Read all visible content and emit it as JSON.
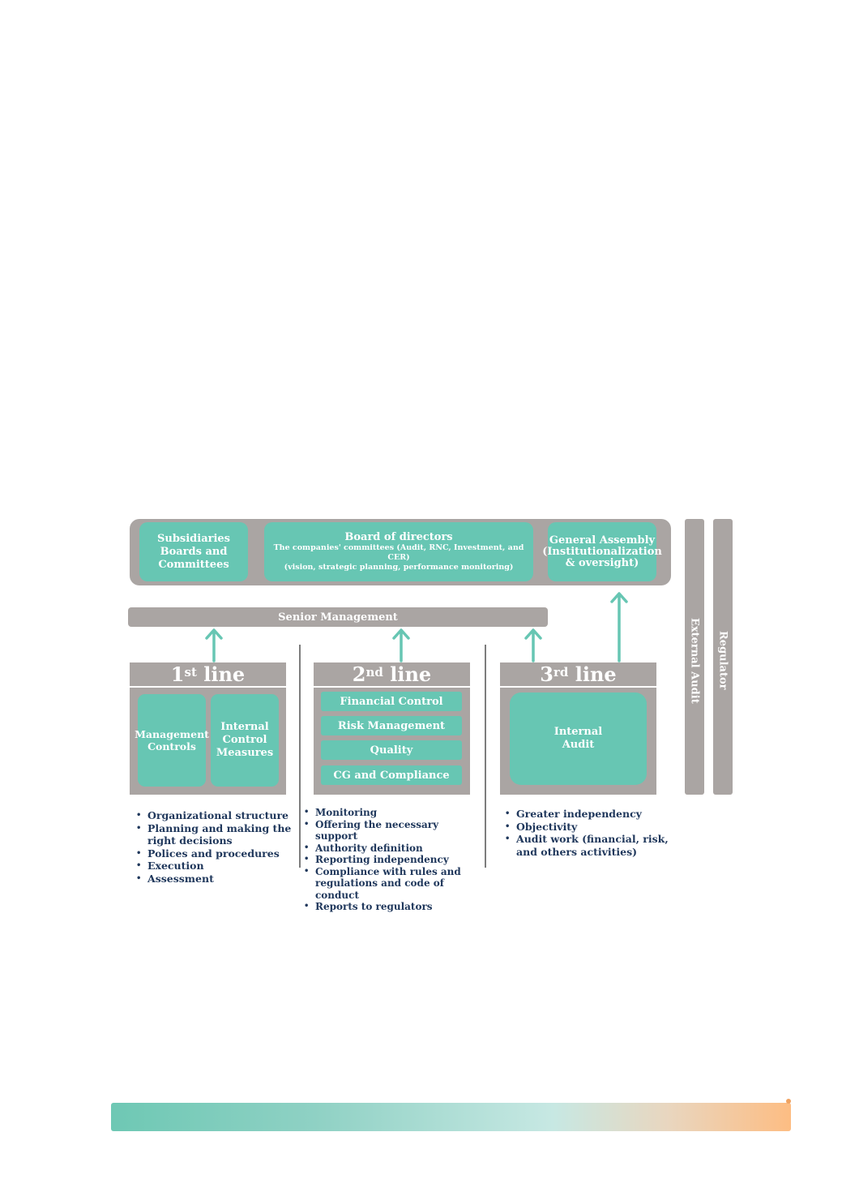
{
  "board": {
    "subsidiaries": [
      "Subsidiaries",
      "Boards and",
      "Committees"
    ],
    "board_title": "Board of directors",
    "board_sub1": "The companies' committees (Audit, RNC, Investment, and CER)",
    "board_sub2": "(vision, strategic planning, performance monitoring)",
    "general": [
      "General Assembly",
      "(Institutionalization",
      "& oversight)"
    ]
  },
  "side_bars": {
    "external_audit": "External Audit",
    "regulator": "Regulator"
  },
  "senior_management": "Senior Management",
  "lines": {
    "first": {
      "num": "1",
      "sup": "st",
      "word": " line",
      "boxes": [
        [
          "Management",
          "Controls"
        ],
        [
          "Internal",
          "Control",
          "Measures"
        ]
      ],
      "bullets": [
        "Organizational structure",
        "Planning and making the",
        "right decisions",
        "Polices and procedures",
        "Execution",
        "Assessment"
      ]
    },
    "second": {
      "num": "2",
      "sup": "nd",
      "word": " line",
      "items": [
        "Financial Control",
        "Risk Management",
        "Quality",
        "CG and Compliance"
      ],
      "bullets": [
        "Monitoring",
        "Offering the necessary support",
        "Authority definition",
        "Reporting independency",
        "Compliance with rules and",
        "regulations and code of conduct",
        "Reports to regulators"
      ]
    },
    "third": {
      "num": "3",
      "sup": "rd",
      "word": " line",
      "box": [
        "Internal",
        "Audit"
      ],
      "bullets": [
        "Greater independency",
        "Objectivity",
        "Audit work (financial, risk,",
        "and others activities)"
      ]
    }
  },
  "colors": {
    "teal": "#67c6b3",
    "gray": "#aaa5a3",
    "navy_text": "#20385c",
    "arrow": "#67c6b3",
    "footer_start": "#6ec8b4",
    "footer_end": "#fdbd83"
  }
}
